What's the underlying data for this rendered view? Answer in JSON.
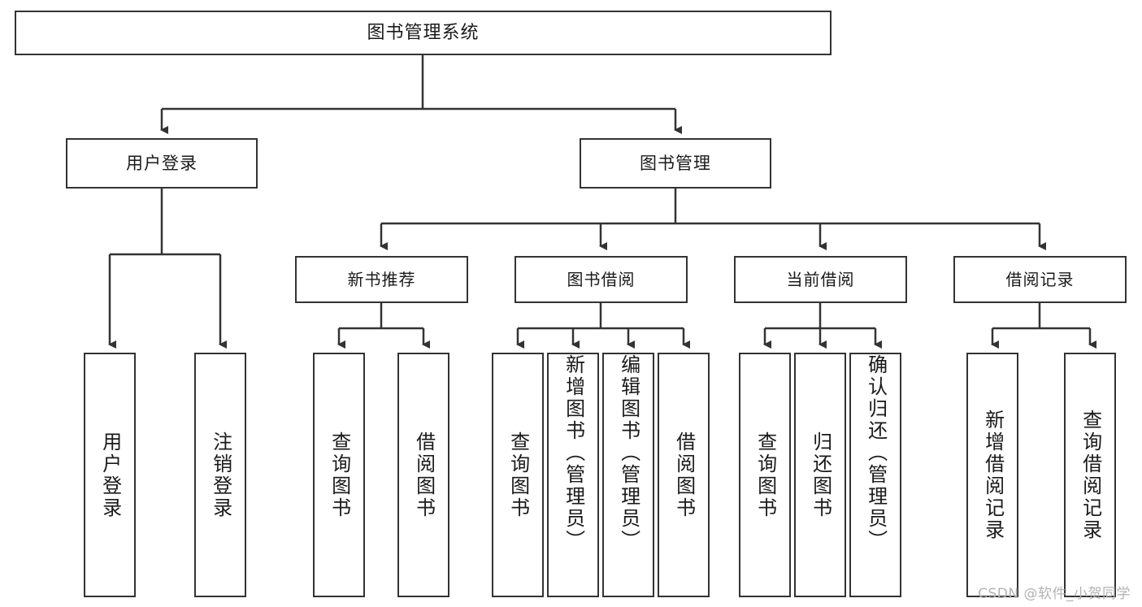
{
  "diagram": {
    "type": "tree",
    "title": "图书管理系统",
    "watermark": "CSDN @软件_小贺同学",
    "colors": {
      "box_border": "#333333",
      "box_fill": "#ffffff",
      "connector": "#333333",
      "text": "#1a1a1a",
      "watermark": "#b3b3b3"
    },
    "root": {
      "label": "图书管理系统"
    },
    "level1": [
      {
        "label": "用户登录"
      },
      {
        "label": "图书管理"
      }
    ],
    "level2": [
      {
        "label": "新书推荐"
      },
      {
        "label": "图书借阅"
      },
      {
        "label": "当前借阅"
      },
      {
        "label": "借阅记录"
      }
    ],
    "leaves": {
      "user_login": [
        {
          "label": "用户登录"
        },
        {
          "label": "注销登录"
        }
      ],
      "new_book_recommend": [
        {
          "label": "查询图书"
        },
        {
          "label": "借阅图书"
        }
      ],
      "book_borrow": [
        {
          "label": "查询图书"
        },
        {
          "label": "新增图书（管理员）"
        },
        {
          "label": "编辑图书（管理员）"
        },
        {
          "label": "借阅图书"
        }
      ],
      "current_borrow": [
        {
          "label": "查询图书"
        },
        {
          "label": "归还图书"
        },
        {
          "label": "确认归还（管理员）"
        }
      ],
      "borrow_record": [
        {
          "label": "新增借阅记录"
        },
        {
          "label": "查询借阅记录"
        }
      ]
    }
  }
}
